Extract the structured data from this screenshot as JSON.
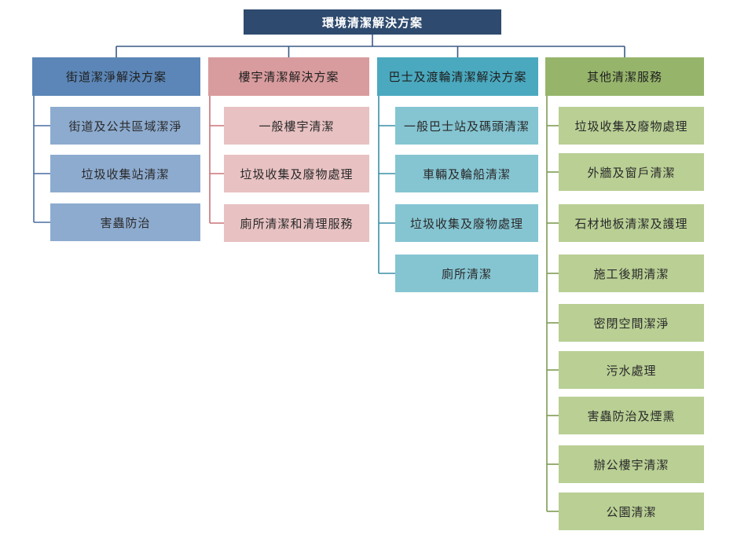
{
  "root": {
    "label": "環境清潔解決方案",
    "color": "#2e4a6e"
  },
  "columns": [
    {
      "label": "街道潔淨解決方案",
      "head_color": "#5b86b7",
      "child_color": "#8dabcf",
      "line_color": "#4a6fa3",
      "items": [
        "街道及公共區域潔淨",
        "垃圾收集站清潔",
        "害蟲防治"
      ]
    },
    {
      "label": "樓宇清潔解決方案",
      "head_color": "#d99c9e",
      "child_color": "#e8c1c2",
      "line_color": "#c8737a",
      "items": [
        "一般樓宇清潔",
        "垃圾收集及廢物處理",
        "廁所清潔和清理服務"
      ]
    },
    {
      "label": "巴士及渡輪清潔解決方案",
      "head_color": "#4aa9bf",
      "child_color": "#85c5d2",
      "line_color": "#3b8fa7",
      "items": [
        "一般巴士站及碼頭清潔",
        "車輛及輪船清潔",
        "垃圾收集及廢物處理",
        "廁所清潔"
      ]
    },
    {
      "label": "其他清潔服務",
      "head_color": "#96b56b",
      "child_color": "#b9cf94",
      "line_color": "#7e9d55",
      "items": [
        "垃圾收集及廢物處理",
        "外牆及窗戶清潔",
        "石材地板清潔及護理",
        "施工後期清潔",
        "密閉空間潔淨",
        "污水處理",
        "害蟲防治及煙熏",
        "辦公樓宇清潔",
        "公園清潔"
      ]
    }
  ]
}
